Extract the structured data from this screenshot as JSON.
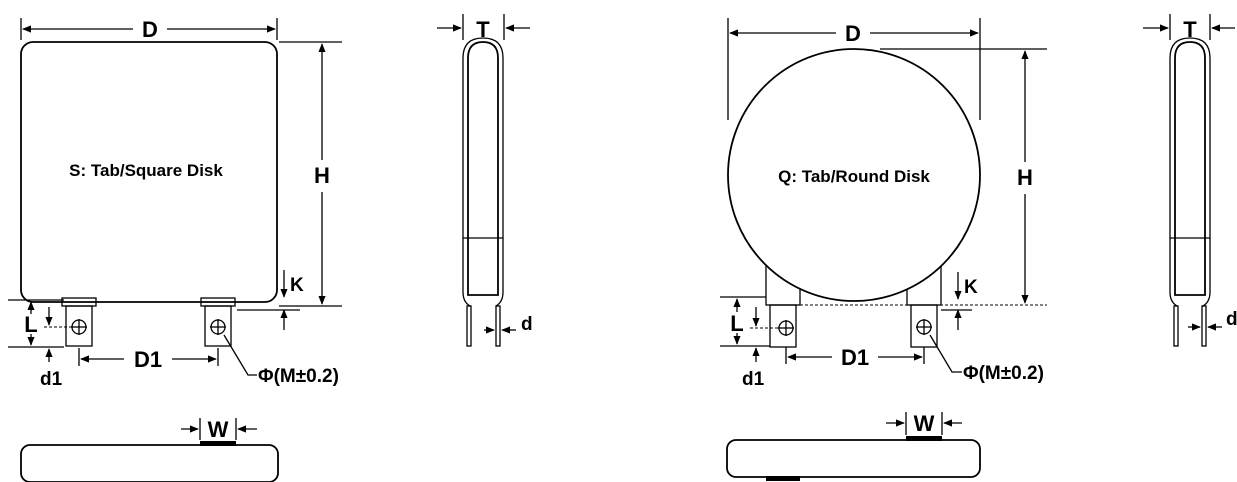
{
  "square": {
    "caption": "S: Tab/Square Disk",
    "dim_d": "D",
    "dim_h": "H",
    "dim_k": "K",
    "dim_l": "L",
    "dim_d1": "D1",
    "dim_d1_lower": "d1",
    "dim_phi": "Φ(M±0.2)",
    "dim_w": "W",
    "dim_t": "T",
    "dim_lead": "d"
  },
  "round": {
    "caption": "Q: Tab/Round Disk",
    "dim_d": "D",
    "dim_h": "H",
    "dim_k": "K",
    "dim_l": "L",
    "dim_d1": "D1",
    "dim_d1_lower": "d1",
    "dim_phi": "Φ(M±0.2)",
    "dim_w": "W",
    "dim_t": "T",
    "dim_lead": "d"
  }
}
